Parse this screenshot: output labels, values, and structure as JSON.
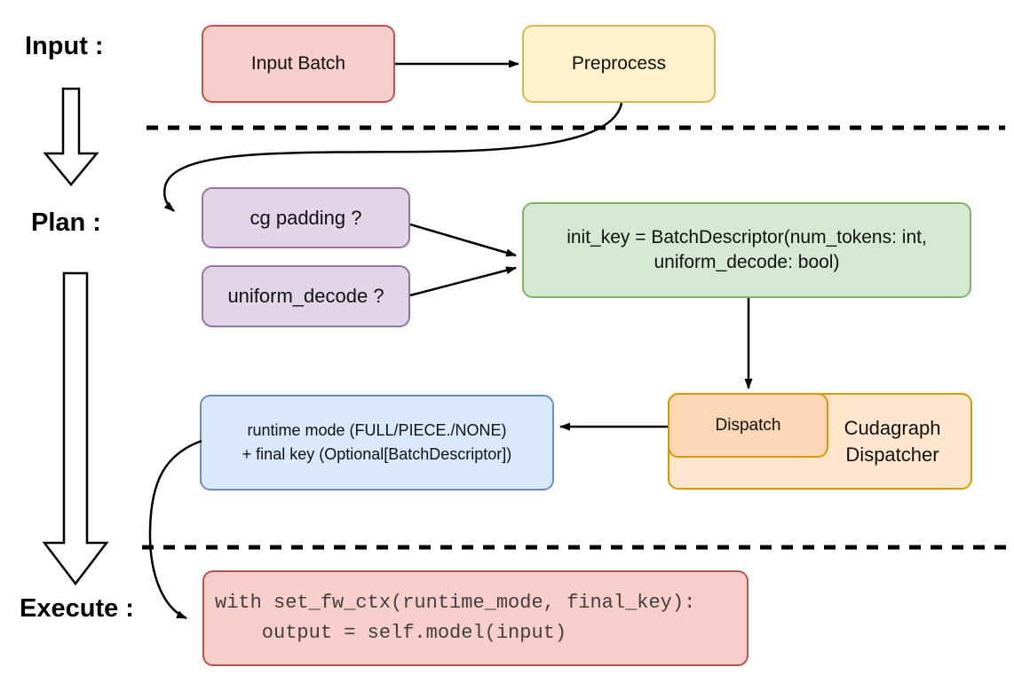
{
  "stages": {
    "input_label": "Input :",
    "plan_label": "Plan :",
    "execute_label": "Execute :"
  },
  "nodes": {
    "input_batch": "Input Batch",
    "preprocess": "Preprocess",
    "cg_padding": "cg padding ?",
    "uniform_decode": "uniform_decode ?",
    "init_key": "init_key = BatchDescriptor(num_tokens: int,\nuniform_decode: bool)",
    "dispatch": "Dispatch",
    "cudagraph_dispatcher": "Cudagraph\nDispatcher",
    "runtime_mode": "runtime mode (FULL/PIECE./NONE)\n+ final key (Optional[BatchDescriptor])",
    "execute_code": "with set_fw_ctx(runtime_mode, final_key):\n    output = self.model(input)"
  },
  "colors": {
    "red_fill": "#f8cecc",
    "red_border": "#b85450",
    "yellow_fill": "#fff2cc",
    "yellow_border": "#d6b656",
    "purple_fill": "#e1d5e7",
    "purple_border": "#9673a6",
    "green_fill": "#d5e8d4",
    "green_border": "#82b366",
    "orange_fill": "#ffe6cc",
    "orange_inner_fill": "#fbd7b5",
    "orange_border": "#d79b00",
    "blue_fill": "#dae8fc",
    "blue_border": "#6c8ebf",
    "connector": "#000000"
  }
}
